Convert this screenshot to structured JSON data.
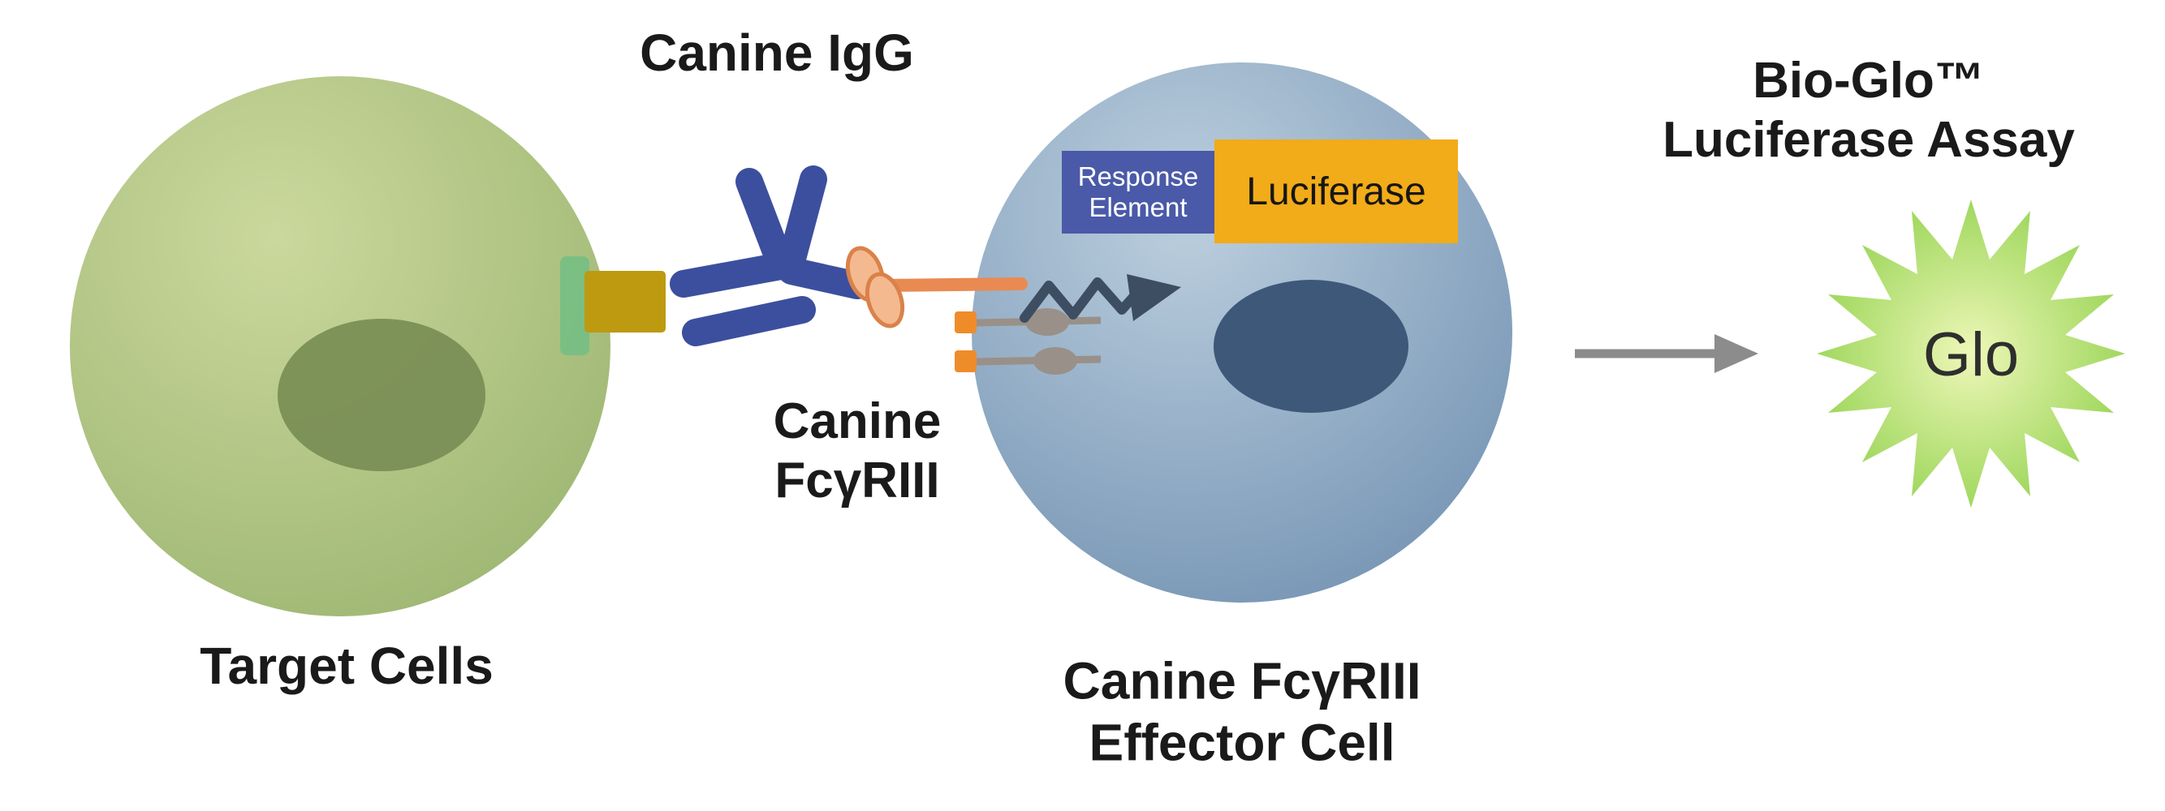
{
  "diagram": {
    "canine_igg_label": "Canine IgG",
    "fcgriii_label": {
      "line1": "Canine",
      "line2": "FcγRIII"
    },
    "target_cells_label": "Target Cells",
    "effector_label": {
      "line1": "Canine FcγRIII",
      "line2": "Effector Cell"
    },
    "assay_label": {
      "line1": "Bio-Glo™",
      "line2": "Luciferase Assay"
    },
    "gene": {
      "response_element_line1": "Response",
      "response_element_line2": "Element",
      "luciferase": "Luciferase"
    },
    "glo_label": "Glo",
    "colors": {
      "text": "#1a1a1a",
      "target_cell_light": "#cbd89d",
      "target_cell_dark": "#9db672",
      "target_nucleus": "#7a8f55",
      "membrane_band": "#6fbe85",
      "antigen": "#bd9a10",
      "antibody": "#3c4f9e",
      "fc_receptor": "#f5b98f",
      "fc_receptor_stroke": "#d9824a",
      "connector": "#e98a52",
      "effector_cell_light": "#bccfde",
      "effector_cell_dark": "#7493b3",
      "effector_nucleus": "#3d5878",
      "response_element_box": "#4a5aa8",
      "luciferase_box": "#f2ab19",
      "transcription_arrow": "#3d4e63",
      "receptor_gray": "#999089",
      "receptor_orange": "#ef8c2a",
      "result_arrow": "#8c8c8c",
      "star_light": "#eef7b8",
      "star_dark": "#90d14c"
    }
  }
}
